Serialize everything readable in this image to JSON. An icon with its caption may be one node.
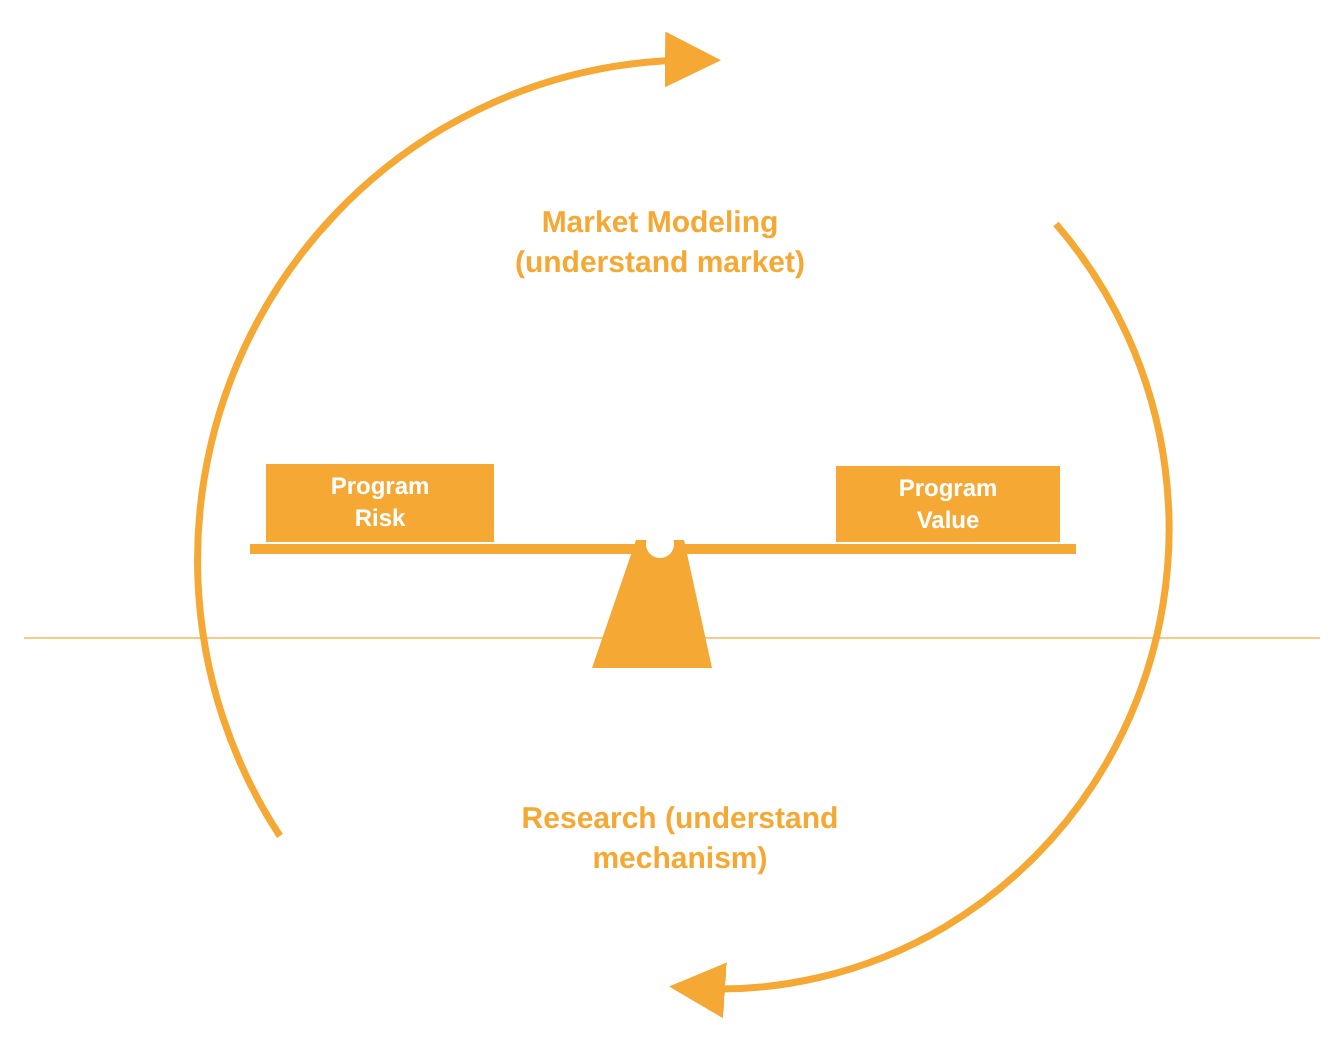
{
  "diagram": {
    "nodes": [
      {
        "text": [
          "Market Modeling (understand market)"
        ]
      },
      {
        "text": [
          "Program Risk"
        ]
      },
      {
        "text": [
          "Program Value"
        ]
      },
      {
        "text": [
          "Research (understand mechanism)"
        ]
      }
    ]
  }
}
